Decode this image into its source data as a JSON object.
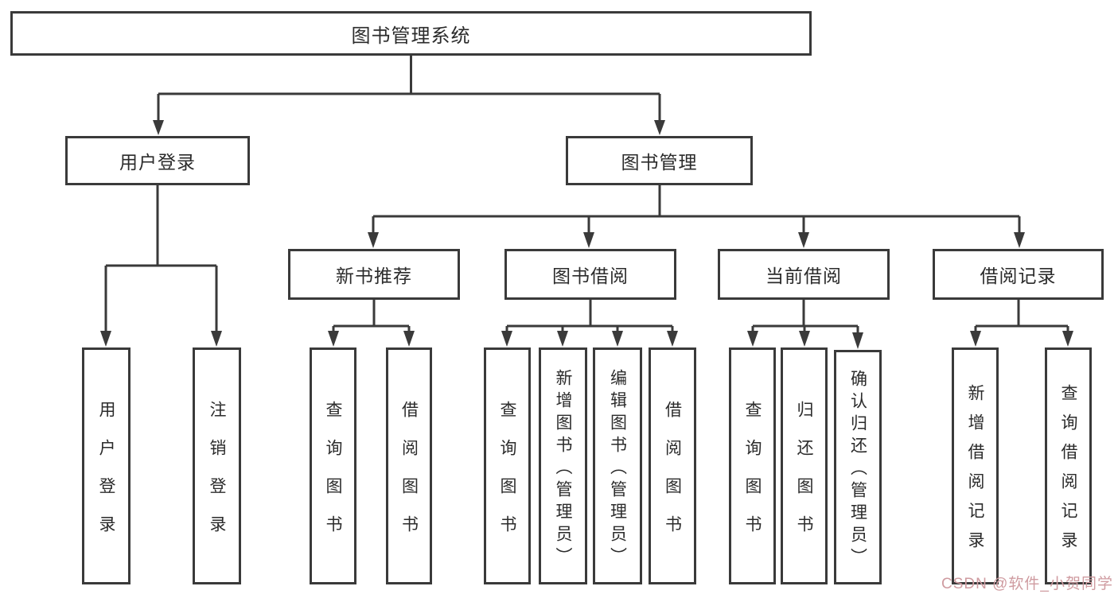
{
  "tree": {
    "root": "图书管理系统",
    "level2": [
      "用户登录",
      "图书管理"
    ],
    "level3": [
      "新书推荐",
      "图书借阅",
      "当前借阅",
      "借阅记录"
    ],
    "leaves": {
      "login": [
        "用户登录",
        "注销登录"
      ],
      "new_books": [
        "查询图书",
        "借阅图书"
      ],
      "borrowing": [
        "查询图书",
        "新增图书（管理员）",
        "编辑图书（管理员）",
        "借阅图书"
      ],
      "current": [
        "查询图书",
        "归还图书",
        "确认归还（管理员）"
      ],
      "records": [
        "新增借阅记录",
        "查询借阅记录"
      ]
    }
  },
  "watermark": "CSDN @软件_小贺同学",
  "colors": {
    "line": "#3a3a3a",
    "background": "#ffffff",
    "watermark": "#cf9ba0"
  }
}
